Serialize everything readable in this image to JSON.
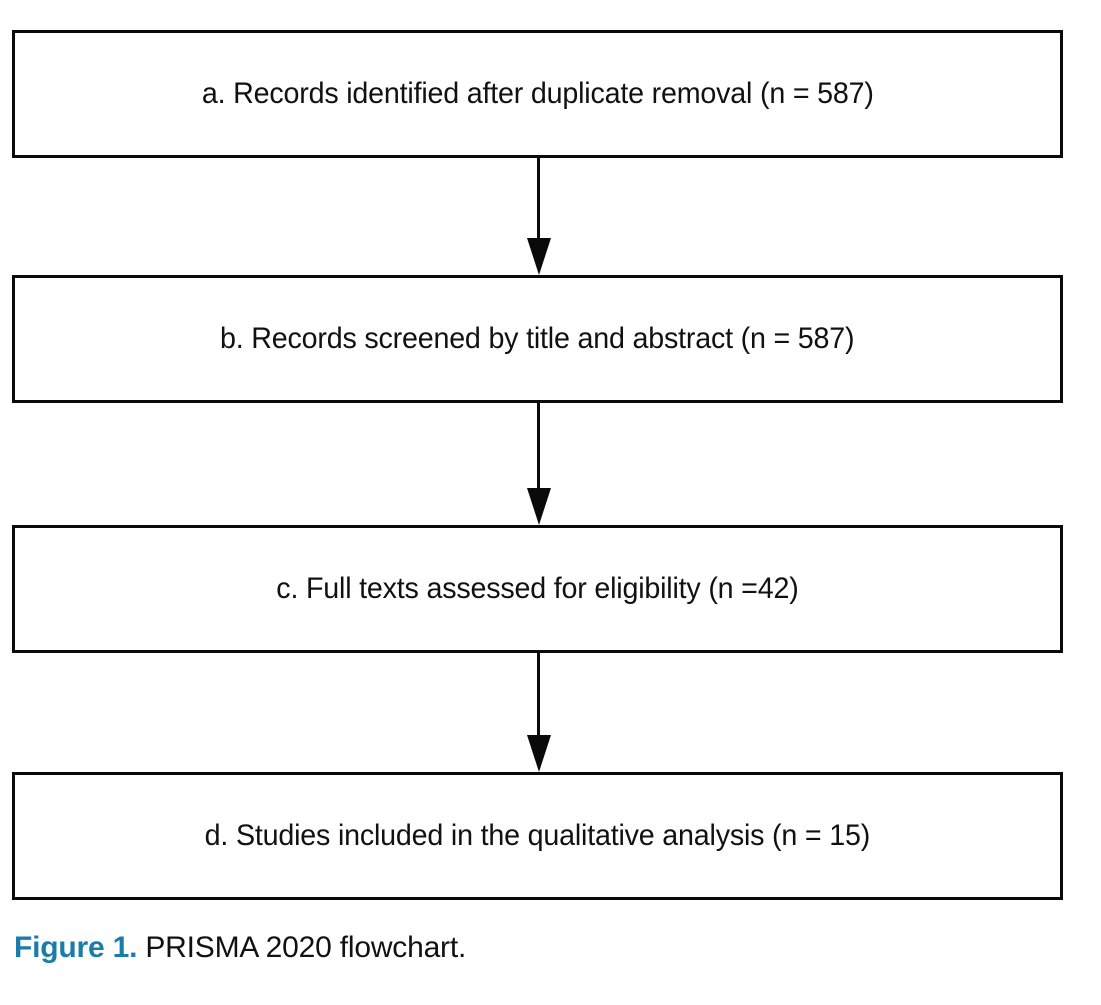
{
  "figure": {
    "caption_prefix": "Figure 1.",
    "caption_text": "PRISMA 2020 flowchart.",
    "accent_color": "#1b7cab",
    "text_color": "#111111",
    "border_color": "#0a0a0a",
    "background_color": "#ffffff"
  },
  "chart_data": {
    "type": "diagram",
    "title": "PRISMA 2020 flowchart",
    "diagram_kind": "flowchart",
    "orientation": "vertical",
    "nodes": [
      {
        "id": "a",
        "letter": "a.",
        "label": "a. Records identified after duplicate removal (n = 587)",
        "stage": "Records identified after duplicate removal",
        "n": 587
      },
      {
        "id": "b",
        "letter": "b.",
        "label": "b. Records screened by title and abstract (n = 587)",
        "stage": "Records screened by title and abstract",
        "n": 587
      },
      {
        "id": "c",
        "letter": "c.",
        "label": "c. Full texts assessed for eligibility (n =42)",
        "stage": "Full texts assessed for eligibility",
        "n": 42
      },
      {
        "id": "d",
        "letter": "d.",
        "label": "d. Studies included in the qualitative analysis (n = 15)",
        "stage": "Studies included in the qualitative analysis",
        "n": 15
      }
    ],
    "edges": [
      {
        "from": "a",
        "to": "b",
        "marker": "arrow-down"
      },
      {
        "from": "b",
        "to": "c",
        "marker": "arrow-down"
      },
      {
        "from": "c",
        "to": "d",
        "marker": "arrow-down"
      }
    ]
  }
}
